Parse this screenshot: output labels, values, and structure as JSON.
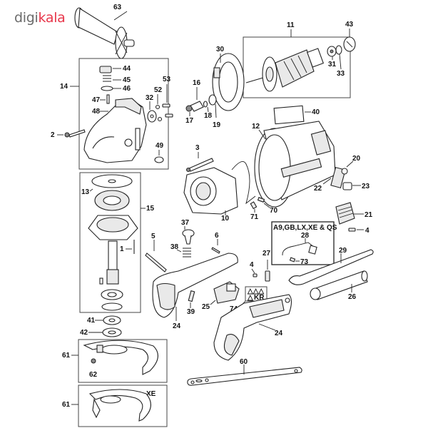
{
  "brand": {
    "logo_part1": "digi",
    "logo_part2": "kala",
    "accent": "#e8374b",
    "gray": "#6b6b6b"
  },
  "diagram": {
    "title": "Angle grinder exploded parts diagram",
    "variant_box_title": "A9,GB,LX,XE & QS",
    "variant_guard_label": "XE",
    "kr_badge": "KR",
    "labels": {
      "p1": "1",
      "p2": "2",
      "p3": "3",
      "p4a": "4",
      "p4b": "4",
      "p5": "5",
      "p6": "6",
      "p10": "10",
      "p11": "11",
      "p12": "12",
      "p13": "13",
      "p14": "14",
      "p15": "15",
      "p16": "16",
      "p17": "17",
      "p18": "18",
      "p19": "19",
      "p20": "20",
      "p21": "21",
      "p22": "22",
      "p23": "23",
      "p24a": "24",
      "p24b": "24",
      "p25": "25",
      "p26": "26",
      "p27": "27",
      "p28": "28",
      "p29": "29",
      "p30": "30",
      "p31": "31",
      "p32": "32",
      "p33": "33",
      "p37": "37",
      "p38": "38",
      "p39": "39",
      "p40": "40",
      "p41": "41",
      "p42": "42",
      "p43": "43",
      "p44": "44",
      "p45": "45",
      "p46": "46",
      "p47": "47",
      "p48": "48",
      "p49": "49",
      "p52": "52",
      "p53": "53",
      "p60": "60",
      "p61a": "61",
      "p61b": "61",
      "p62": "62",
      "p63": "63",
      "p70": "70",
      "p71": "71",
      "p73": "73",
      "p74": "74"
    }
  }
}
